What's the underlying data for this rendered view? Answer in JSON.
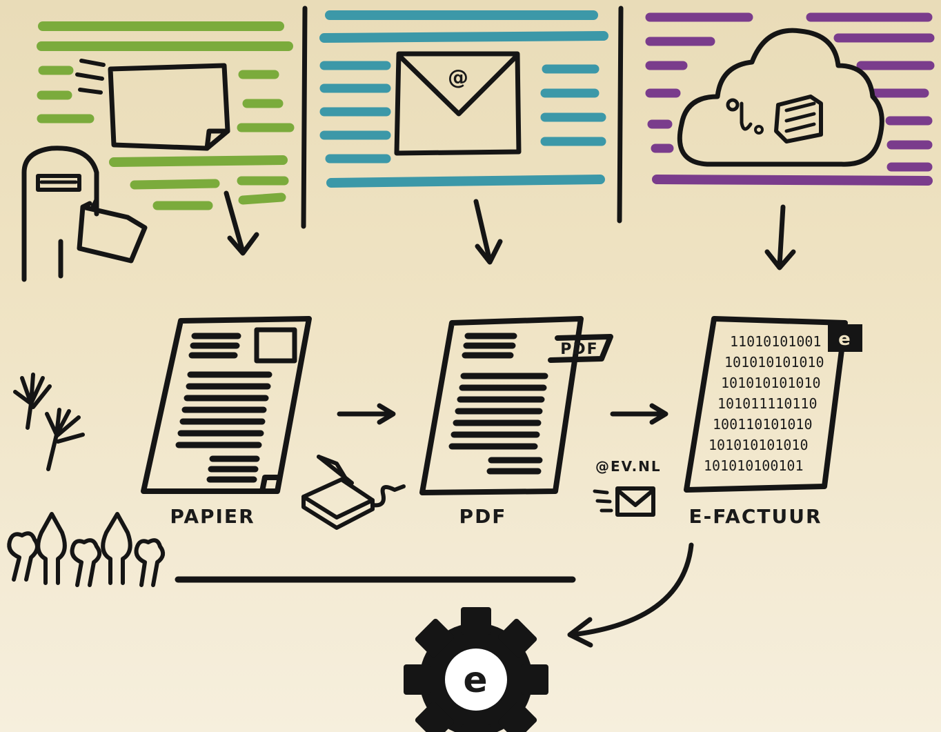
{
  "colors": {
    "paper": "#efe3c3",
    "ink": "#151515",
    "green": "#7bab3c",
    "teal": "#3c98a8",
    "purple": "#7a3c8c"
  },
  "sections": [
    {
      "name": "paper-mail",
      "icon": "paper-mail-icon"
    },
    {
      "name": "email",
      "icon": "envelope-at-icon"
    },
    {
      "name": "cloud",
      "icon": "cloud-icon"
    }
  ],
  "documents": {
    "papier": {
      "label": "PAPIER",
      "icon": "paper-document-icon"
    },
    "pdf": {
      "label": "PDF",
      "badge": "PDF",
      "icon": "pdf-document-icon"
    },
    "efactuur": {
      "label": "E-FACTUUR",
      "badge": "e",
      "icon": "binary-document-icon",
      "binary_rows": [
        "11010101001",
        "101010101010",
        "101010101010",
        "101011110110",
        "100110101010",
        "101010101010",
        "101010100101"
      ]
    }
  },
  "email_address": "@EV.NL",
  "email_at": "@",
  "gear": {
    "letter": "e",
    "icon": "gear-e-icon"
  }
}
